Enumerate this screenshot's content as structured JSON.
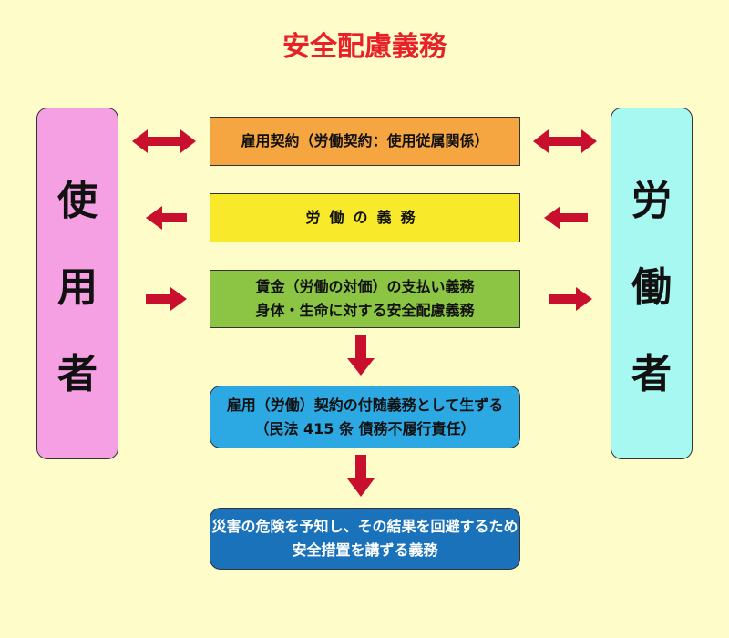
{
  "title": "安全配慮義務",
  "employer": [
    "使",
    "用",
    "者"
  ],
  "worker": [
    "労",
    "働",
    "者"
  ],
  "boxes": {
    "contract": "雇用契約（労働契約：使用従属関係）",
    "labor_duty": "労働の義務",
    "employer_duty_1": "賃金（労働の対価）の支払い義務",
    "employer_duty_2": "身体・生命に対する安全配慮義務",
    "origin_1": "雇用（労働）契約の付随義務として生ずる",
    "origin_2": "（民法 415 条 債務不履行責任）",
    "measure_1": "災害の危険を予知し、その結果を回避するため",
    "measure_2": "安全措置を講ずる義務"
  },
  "colors": {
    "arrow": "#c8102e",
    "title": "#e8202a"
  }
}
